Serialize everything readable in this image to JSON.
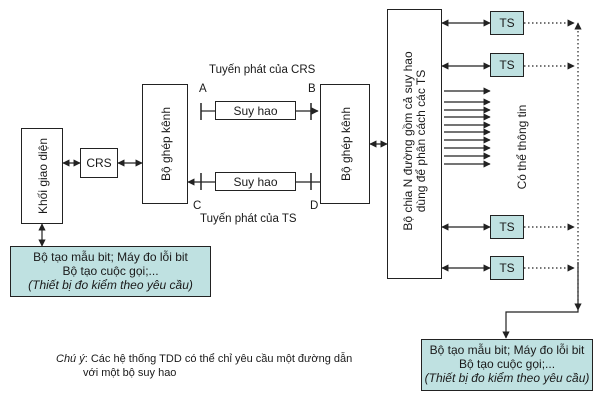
{
  "blocks": {
    "interface": "Khối giao diện",
    "crs": "CRS",
    "mux_left": "Bộ ghép kênh",
    "mux_right": "Bộ ghép kênh",
    "splitter_line1": "Bộ chia N đường gồm cả suy hao",
    "splitter_line2": "dùng để phân cách các TS",
    "attenuator_top": "Suy hao",
    "attenuator_bottom": "Suy hao",
    "ts": [
      "TS",
      "TS",
      "TS",
      "TS"
    ]
  },
  "labels": {
    "crs_path": "Tuyến phát của CRS",
    "ts_path": "Tuyến phát của TS",
    "point_a": "A",
    "point_b": "B",
    "point_c": "C",
    "point_d": "D",
    "possibly_info": "Có thể thông tin"
  },
  "left_equipment": {
    "line1": "Bộ tạo mẫu bit; Máy đo lỗi bit",
    "line2": "Bộ tạo cuộc gọi;...",
    "line3": "(Thiết bị đo kiểm theo yêu cầu)"
  },
  "right_equipment": {
    "line1": "Bộ tạo mẫu bit; Máy đo lỗi bit",
    "line2": "Bộ tạo cuộc gọi;...",
    "line3": "(Thiết bị đo kiểm theo yêu cầu)"
  },
  "note": {
    "prefix": "Chú ý",
    "line1": ": Các hệ thống TDD có thể chỉ yêu cầu một đường dẫn",
    "line2": "với một bộ suy hao"
  },
  "colors": {
    "box_fill": "#bfe1e1",
    "line": "#222222"
  }
}
